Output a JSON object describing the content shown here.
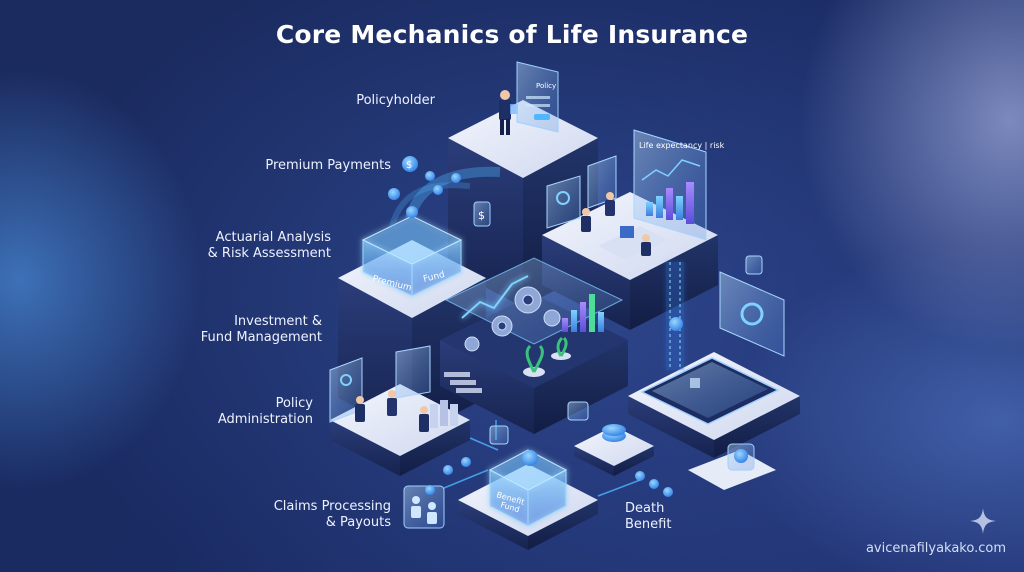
{
  "title": "Core Mechanics of Life Insurance",
  "labels": {
    "policyholder": "Policyholder",
    "premium_payments": "Premium Payments",
    "actuarial_line1": "Actuarial Analysis",
    "actuarial_line2": "& Risk Assessment",
    "investment_line1": "Investment &",
    "investment_line2": "Fund Management",
    "policy_line1": "Policy",
    "policy_line2": "Administration",
    "claims_line1": "Claims Processing",
    "claims_line2": "& Payouts",
    "death_line1": "Death",
    "death_line2": "Benefit"
  },
  "in_scene_text": {
    "policy_card": "Policy",
    "premium_box_left": "Premium",
    "premium_box_right": "Fund",
    "life_expectancy_screen": "Life expectancy | risk",
    "benefit_box_line1": "Benefit",
    "benefit_box_line2": "Fund"
  },
  "watermark": "avicenafilyakako.com",
  "colors": {
    "background": "#1c2e64",
    "platform_top": "#e6ebf8",
    "platform_side": "#1a2a5c",
    "glow": "#4fb6ff",
    "coin": "#3d8cf0"
  }
}
